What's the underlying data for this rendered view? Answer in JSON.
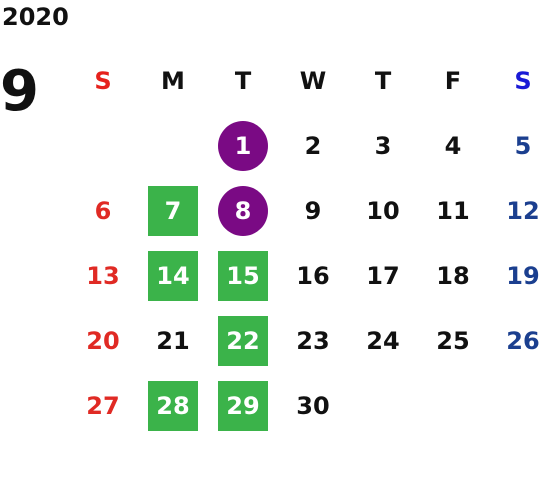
{
  "year": "2020",
  "month": "9",
  "weekdays": [
    "S",
    "M",
    "T",
    "W",
    "T",
    "F",
    "S"
  ],
  "weeks": [
    [
      {
        "d": "",
        "t": ""
      },
      {
        "d": "",
        "t": ""
      },
      {
        "d": "1",
        "t": "purple"
      },
      {
        "d": "2",
        "t": ""
      },
      {
        "d": "3",
        "t": ""
      },
      {
        "d": "4",
        "t": ""
      },
      {
        "d": "5",
        "t": ""
      }
    ],
    [
      {
        "d": "6",
        "t": ""
      },
      {
        "d": "7",
        "t": "green"
      },
      {
        "d": "8",
        "t": "purple"
      },
      {
        "d": "9",
        "t": ""
      },
      {
        "d": "10",
        "t": ""
      },
      {
        "d": "11",
        "t": ""
      },
      {
        "d": "12",
        "t": ""
      }
    ],
    [
      {
        "d": "13",
        "t": ""
      },
      {
        "d": "14",
        "t": "green"
      },
      {
        "d": "15",
        "t": "green"
      },
      {
        "d": "16",
        "t": ""
      },
      {
        "d": "17",
        "t": ""
      },
      {
        "d": "18",
        "t": ""
      },
      {
        "d": "19",
        "t": ""
      }
    ],
    [
      {
        "d": "20",
        "t": ""
      },
      {
        "d": "21",
        "t": ""
      },
      {
        "d": "22",
        "t": "green"
      },
      {
        "d": "23",
        "t": ""
      },
      {
        "d": "24",
        "t": ""
      },
      {
        "d": "25",
        "t": ""
      },
      {
        "d": "26",
        "t": ""
      }
    ],
    [
      {
        "d": "27",
        "t": ""
      },
      {
        "d": "28",
        "t": "green"
      },
      {
        "d": "29",
        "t": "green"
      },
      {
        "d": "30",
        "t": ""
      },
      {
        "d": "",
        "t": ""
      },
      {
        "d": "",
        "t": ""
      },
      {
        "d": "",
        "t": ""
      }
    ]
  ],
  "colors": {
    "sunday": "#e02a24",
    "saturday": "#1b3f8f",
    "green_mark": "#3bb34a",
    "purple_mark": "#7a0a84"
  }
}
